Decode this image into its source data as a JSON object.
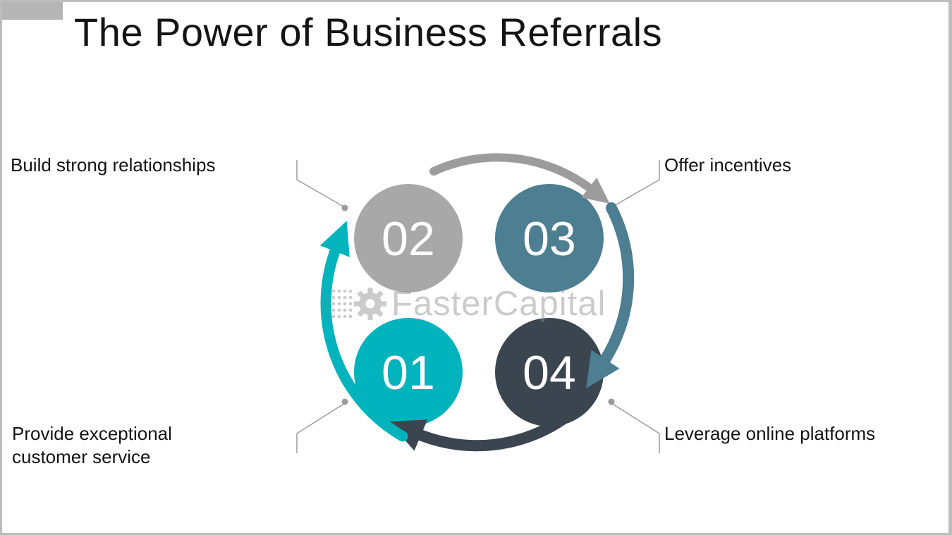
{
  "page": {
    "title": "The Power of Business Referrals",
    "watermark_text": "FasterCapital"
  },
  "diagram": {
    "steps": [
      {
        "number": "01",
        "label": "Provide exceptional customer service",
        "color": "#00b3bc"
      },
      {
        "number": "02",
        "label": "Build strong relationships",
        "color": "#a8a8a8"
      },
      {
        "number": "03",
        "label": "Offer incentives",
        "color": "#4d7e92"
      },
      {
        "number": "04",
        "label": "Leverage online platforms",
        "color": "#3a4550"
      }
    ],
    "arrows": {
      "top_color": "#9c9c9c",
      "right_color": "#4d7e92",
      "bottom_color": "#3a4550",
      "left_color": "#00b3bc"
    },
    "connector_color": "#9b9b9b",
    "number_text_color": "#ffffff"
  }
}
